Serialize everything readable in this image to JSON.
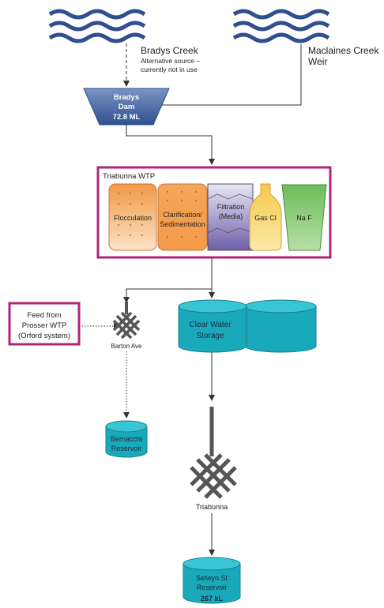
{
  "sources": {
    "bradys_creek": {
      "label": "Bradys Creek",
      "note_line1": "Alternative source –",
      "note_line2": "currently not in use"
    },
    "maclaines_creek": {
      "label_line1": "Maclaines Creek",
      "label_line2": "Weir"
    }
  },
  "dam": {
    "line1": "Bradys",
    "line2": "Dam",
    "line3": "72.8 ML"
  },
  "wtp": {
    "title": "Triabunna WTP",
    "flocculation": "Flocculation",
    "clarification_line1": "Clarification/",
    "clarification_line2": "Sedimentation",
    "filtration_line1": "Filtration",
    "filtration_line2": "(Media)",
    "gas_cl": "Gas Cl",
    "naf": "Na F"
  },
  "feed": {
    "line1": "Feed from",
    "line2": "Prosser WTP",
    "line3": "(Orford system)"
  },
  "valves": {
    "barton": "Barton Ave",
    "triabunna": "Triabunna"
  },
  "storages": {
    "clear_water_line1": "Clear Water",
    "clear_water_line2": "Storage",
    "bernacchi_line1": "Bernacchi",
    "bernacchi_line2": "Reservoir",
    "selwyn_line1": "Selwyn St",
    "selwyn_line2": "Reservoir",
    "selwyn_line3": "267 kL"
  },
  "colors": {
    "water_blue": "#2f4f8f",
    "dam_fill": "#4a6fa5",
    "wtp_border": "#b0257a",
    "teal": "#21b5c5",
    "orange": "#f5a050",
    "purple": "#8a78b8",
    "yellow": "#f7d25a",
    "green": "#7cc46a"
  }
}
